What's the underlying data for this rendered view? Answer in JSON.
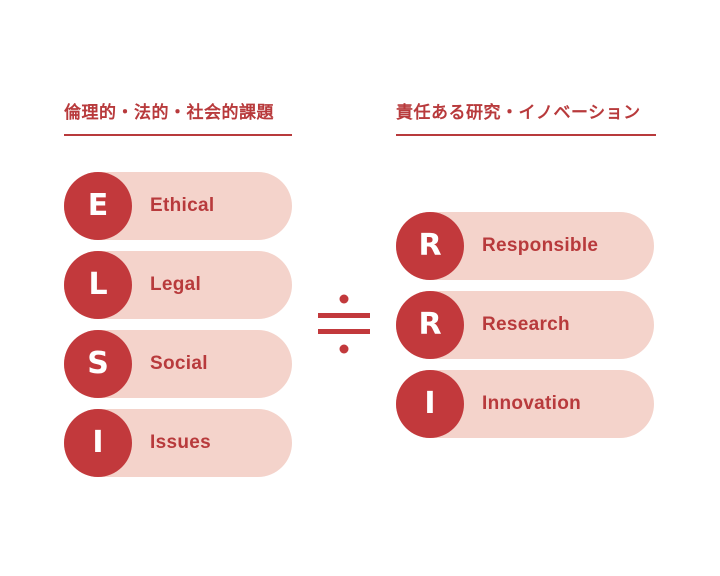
{
  "left": {
    "title": "倫理的・法的・社会的課題",
    "items": [
      {
        "letter": "E",
        "label": "Ethical"
      },
      {
        "letter": "L",
        "label": "Legal"
      },
      {
        "letter": "S",
        "label": "Social"
      },
      {
        "letter": "I",
        "label": "Issues"
      }
    ]
  },
  "right": {
    "title": "責任ある研究・イノベーション",
    "items": [
      {
        "letter": "R",
        "label": "Responsible"
      },
      {
        "letter": "R",
        "label": "Research"
      },
      {
        "letter": "I",
        "label": "Innovation"
      }
    ]
  },
  "colors": {
    "accent": "#c2393c",
    "pill": "#f4d3cb",
    "text": "#b83a3c"
  },
  "symbol": {
    "icon": "approximately-equal-icon"
  }
}
